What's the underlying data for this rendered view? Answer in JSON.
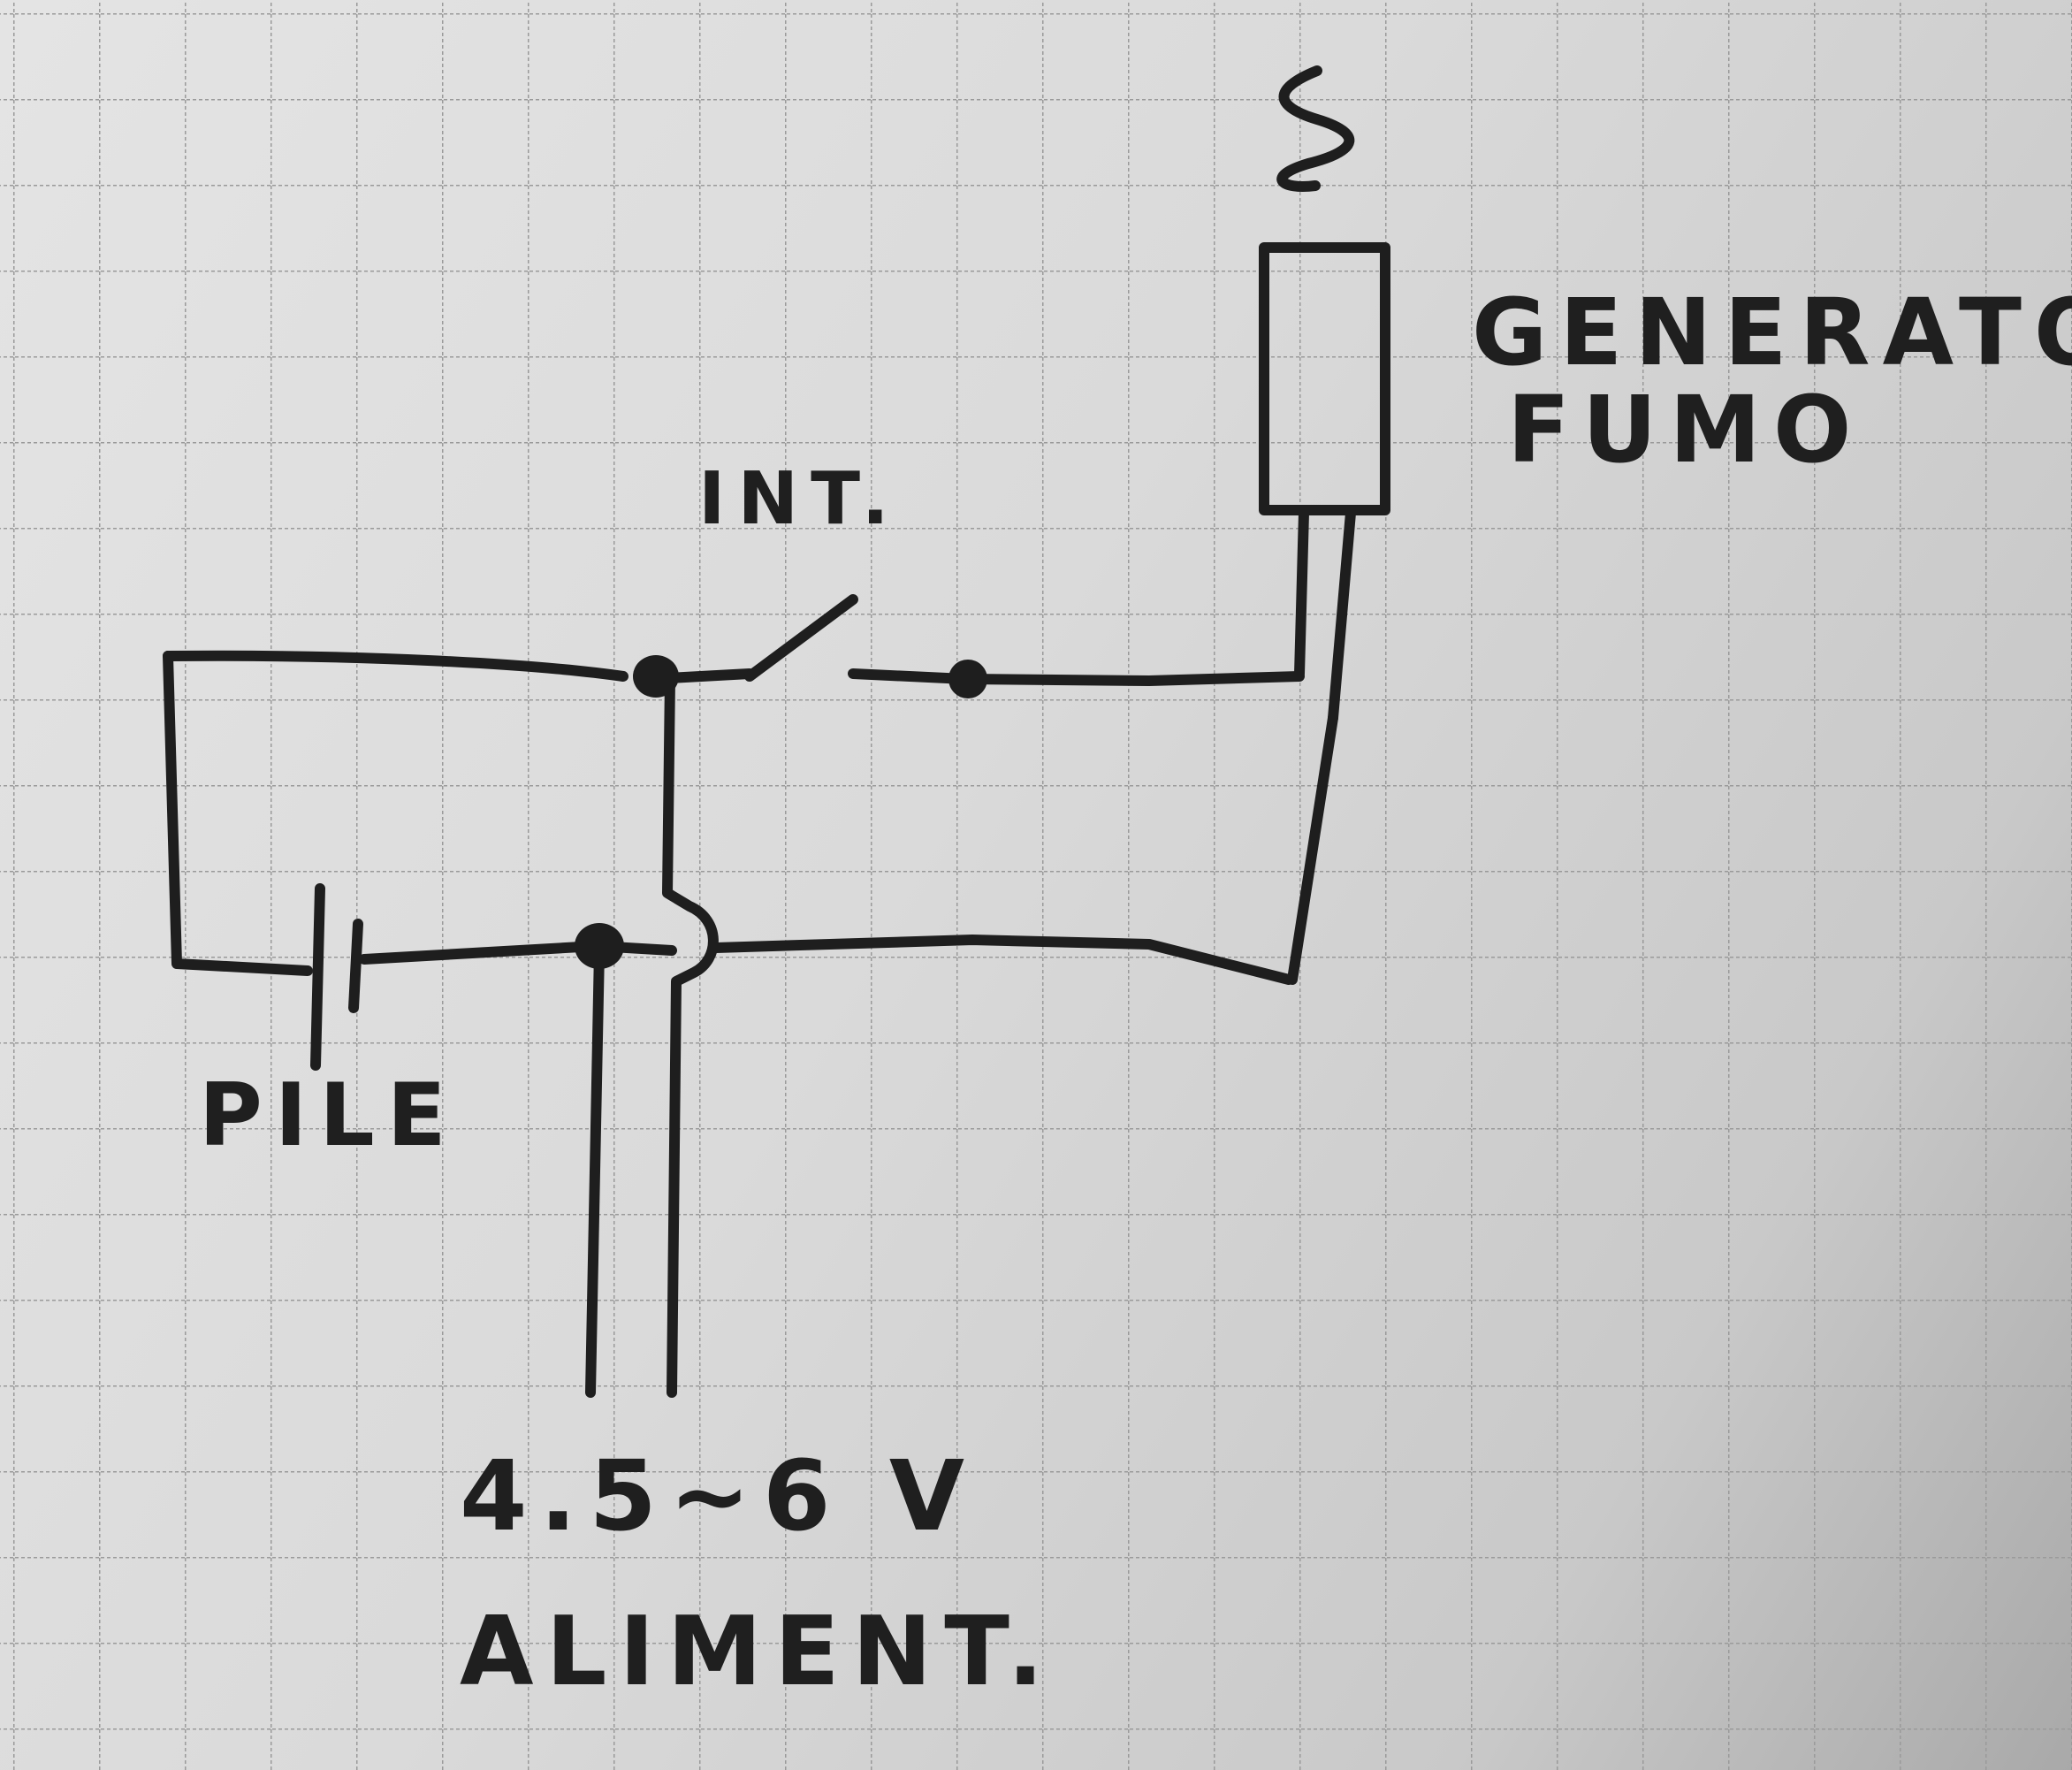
{
  "labels": {
    "generator_line1": "GENERATORE",
    "generator_line2": "FUMO",
    "switch": "INT.",
    "battery": "PILE",
    "voltage": "4.5~6 V",
    "supply": "ALIMENT."
  },
  "colors": {
    "ink": "#1e1e1e",
    "paper": "#dcdcdc",
    "grid": "#9a9a9a"
  }
}
